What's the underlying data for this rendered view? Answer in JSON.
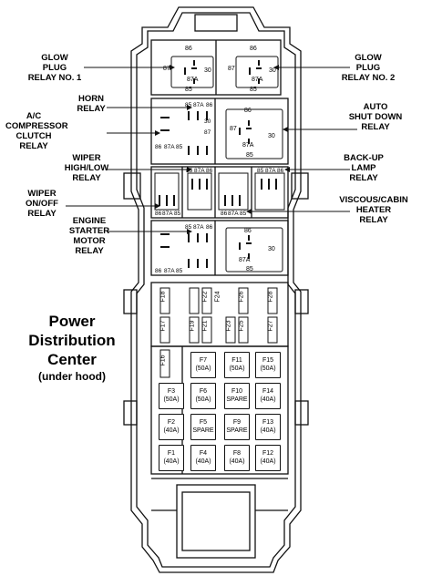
{
  "caption": {
    "line1": "Power",
    "line2": "Distribution",
    "line3": "Center",
    "line4": "(under hood)"
  },
  "callouts": {
    "glow1": "GLOW\nPLUG\nRELAY NO. 1",
    "glow2": "GLOW\nPLUG\nRELAY NO. 2",
    "horn": "HORN\nRELAY",
    "ac": "A/C\nCOMPRESSOR\nCLUTCH\nRELAY",
    "asd": "AUTO\nSHUT DOWN\nRELAY",
    "wiperhl": "WIPER\nHIGH/LOW\nRELAY",
    "backup": "BACK-UP\nLAMP\nRELAY",
    "wiperon": "WIPER\nON/OFF\nRELAY",
    "viscous": "VISCOUS/CABIN\nHEATER\nRELAY",
    "starter": "ENGINE\nSTARTER\nMOTOR\nRELAY"
  },
  "terminals": {
    "t85": "85",
    "t86": "86",
    "t87": "87",
    "t87a": "87A",
    "t30": "30"
  },
  "mini_fuses": [
    "F18",
    "F22",
    "F24",
    "F26",
    "F28",
    "F17",
    "F19",
    "F21",
    "F23",
    "F25",
    "F27",
    "F16"
  ],
  "fuses": [
    {
      "id": "F7",
      "rating": "(50A)"
    },
    {
      "id": "F11",
      "rating": "(50A)"
    },
    {
      "id": "F15",
      "rating": "(50A)"
    },
    {
      "id": "F3",
      "rating": "(50A)"
    },
    {
      "id": "F6",
      "rating": "(50A)"
    },
    {
      "id": "F10",
      "rating": "SPARE"
    },
    {
      "id": "F14",
      "rating": "(40A)"
    },
    {
      "id": "F2",
      "rating": "(40A)"
    },
    {
      "id": "F5",
      "rating": "SPARE"
    },
    {
      "id": "F9",
      "rating": "SPARE"
    },
    {
      "id": "F13",
      "rating": "(40A)"
    },
    {
      "id": "F1",
      "rating": "(40A)"
    },
    {
      "id": "F4",
      "rating": "(40A)"
    },
    {
      "id": "F8",
      "rating": "(40A)"
    },
    {
      "id": "F12",
      "rating": "(40A)"
    }
  ]
}
